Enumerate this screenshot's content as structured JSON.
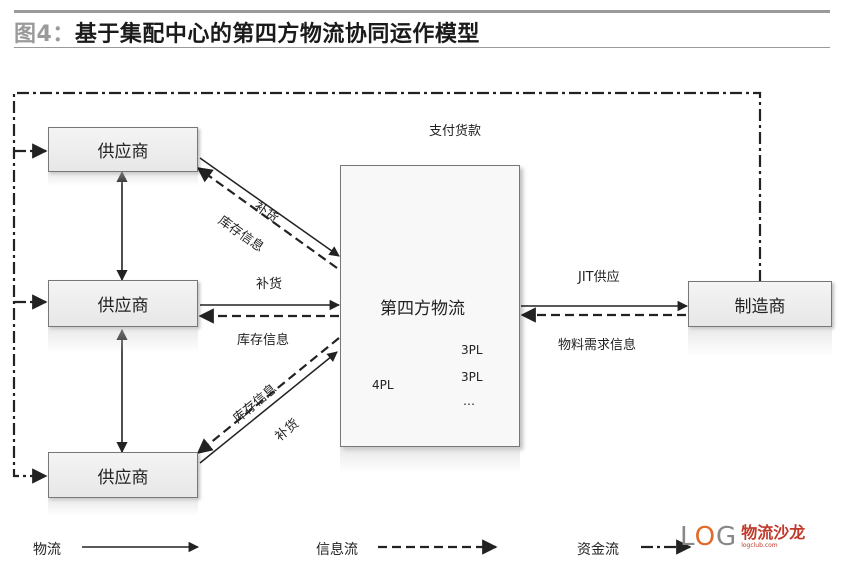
{
  "title": {
    "fig": "图4：",
    "text": "基于集配中心的第四方物流协同运作模型"
  },
  "nodes": {
    "supplier_top": "供应商",
    "supplier_mid": "供应商",
    "supplier_bot": "供应商",
    "center": "第四方物流",
    "manufacturer": "制造商",
    "fourpl": "4PL",
    "threepl_1": "3PL",
    "threepl_2": "3PL",
    "ellipsis": "…"
  },
  "labels": {
    "payment": "支付货款",
    "replenish_top": "补货",
    "inventory_top": "库存信息",
    "replenish_mid": "补货",
    "inventory_mid": "库存信息",
    "inventory_bot": "库存信息",
    "replenish_bot": "补货",
    "jit": "JIT供应",
    "demand_info": "物料需求信息"
  },
  "legend": {
    "material": "物流",
    "information": "信息流",
    "capital": "资金流"
  },
  "logo": {
    "latin_a": "L",
    "latin_b": "O",
    "latin_c": "G",
    "cn": "物流沙龙",
    "url": "logclub.com"
  }
}
